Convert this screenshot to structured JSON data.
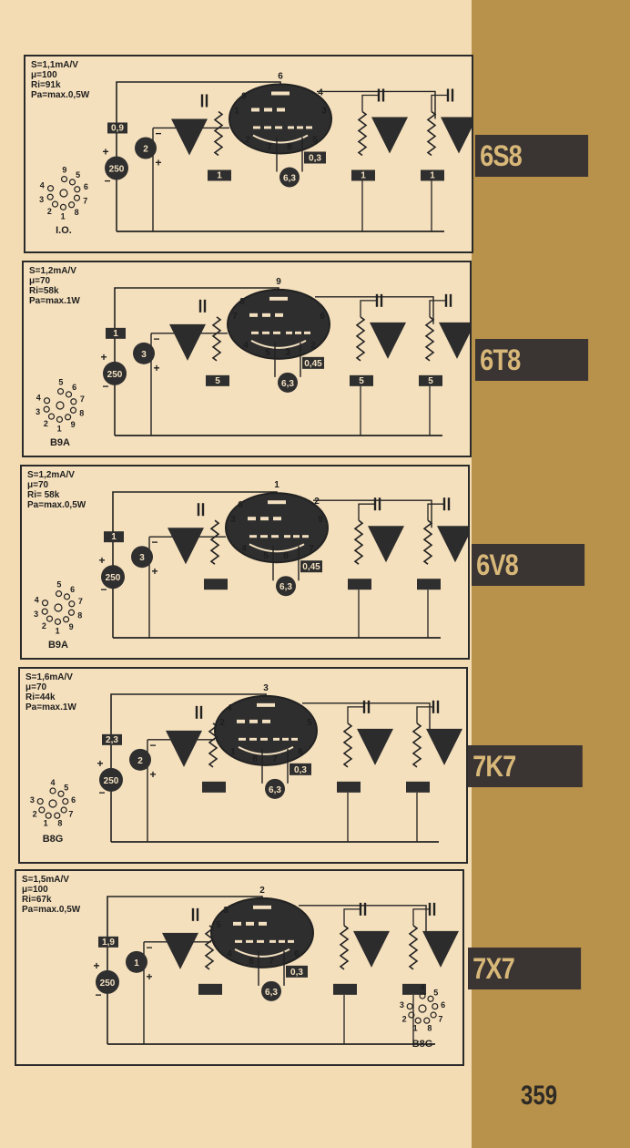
{
  "page_number": "359",
  "colors": {
    "paper": "#f3dcb4",
    "strip": "#b8914a",
    "tag_bg": "#3a3433",
    "tag_text": "#d8b878",
    "ink": "#222222"
  },
  "tubes": [
    {
      "name": "6S8",
      "specs": [
        "S=1,1mA/V",
        "μ=100",
        "Ri=91k",
        "Pa=max.0,5W"
      ],
      "base": "I.O.",
      "socket_pins": [
        "9",
        "5",
        "6",
        "7",
        "8",
        "1",
        "2",
        "3",
        "4"
      ],
      "heater_voltage": "6,3",
      "heater_current": "0,3",
      "plate_voltage": "250",
      "bias_voltage": "2",
      "grid_resistor": "0,9",
      "load_resistors": [
        "1",
        "1",
        "1"
      ],
      "pins": [
        "6",
        "9",
        "1",
        "2",
        "7",
        "8",
        "5",
        "3",
        "4"
      ]
    },
    {
      "name": "6T8",
      "specs": [
        "S=1,2mA/V",
        "μ=70",
        "Ri=58k",
        "Pa=max.1W"
      ],
      "base": "B9A",
      "socket_pins": [
        "5",
        "6",
        "7",
        "8",
        "9",
        "1",
        "2",
        "3",
        "4"
      ],
      "heater_voltage": "6,3",
      "heater_current": "0,45",
      "plate_voltage": "250",
      "bias_voltage": "3",
      "grid_resistor": "1",
      "load_resistors": [
        "5",
        "5",
        "5"
      ],
      "pins": [
        "9",
        "8",
        "7",
        "4",
        "5",
        "3",
        "2",
        "6"
      ]
    },
    {
      "name": "6V8",
      "specs": [
        "S=1,2mA/V",
        "μ=70",
        "Ri= 58k",
        "Pa=max.0,5W"
      ],
      "base": "B9A",
      "socket_pins": [
        "5",
        "6",
        "7",
        "8",
        "9",
        "1",
        "2",
        "3",
        "4"
      ],
      "heater_voltage": "6,3",
      "heater_current": "0,45",
      "plate_voltage": "250",
      "bias_voltage": "3",
      "grid_resistor": "1",
      "load_resistors": [
        "",
        "",
        ""
      ],
      "pins": [
        "1",
        "6",
        "3",
        "4",
        "5",
        "8",
        "7",
        "9",
        "2"
      ]
    },
    {
      "name": "7K7",
      "specs": [
        "S=1,6mA/V",
        "μ=70",
        "Ri=44k",
        "Pa=max.1W"
      ],
      "base": "B8G",
      "socket_pins": [
        "4",
        "5",
        "6",
        "7",
        "8",
        "1",
        "2",
        "3"
      ],
      "heater_voltage": "6,3",
      "heater_current": "0,3",
      "plate_voltage": "250",
      "bias_voltage": "2",
      "grid_resistor": "2,3",
      "load_resistors": [
        "",
        ""
      ],
      "pins": [
        "3",
        "4",
        "2",
        "1",
        "8",
        "7",
        "6",
        "5"
      ]
    },
    {
      "name": "7X7",
      "specs": [
        "S=1,5mA/V",
        "μ=100",
        "Ri=67k",
        "Pa=max.0,5W"
      ],
      "base": "B8G",
      "socket_pins": [
        "4",
        "5",
        "6",
        "7",
        "8",
        "1",
        "2",
        "3"
      ],
      "heater_voltage": "6,3",
      "heater_current": "0,3",
      "plate_voltage": "250",
      "bias_voltage": "1",
      "grid_resistor": "1,9",
      "load_resistors": [
        "",
        ""
      ],
      "pins": [
        "2",
        "3",
        "5",
        "4",
        "8",
        "7",
        "6"
      ]
    }
  ]
}
